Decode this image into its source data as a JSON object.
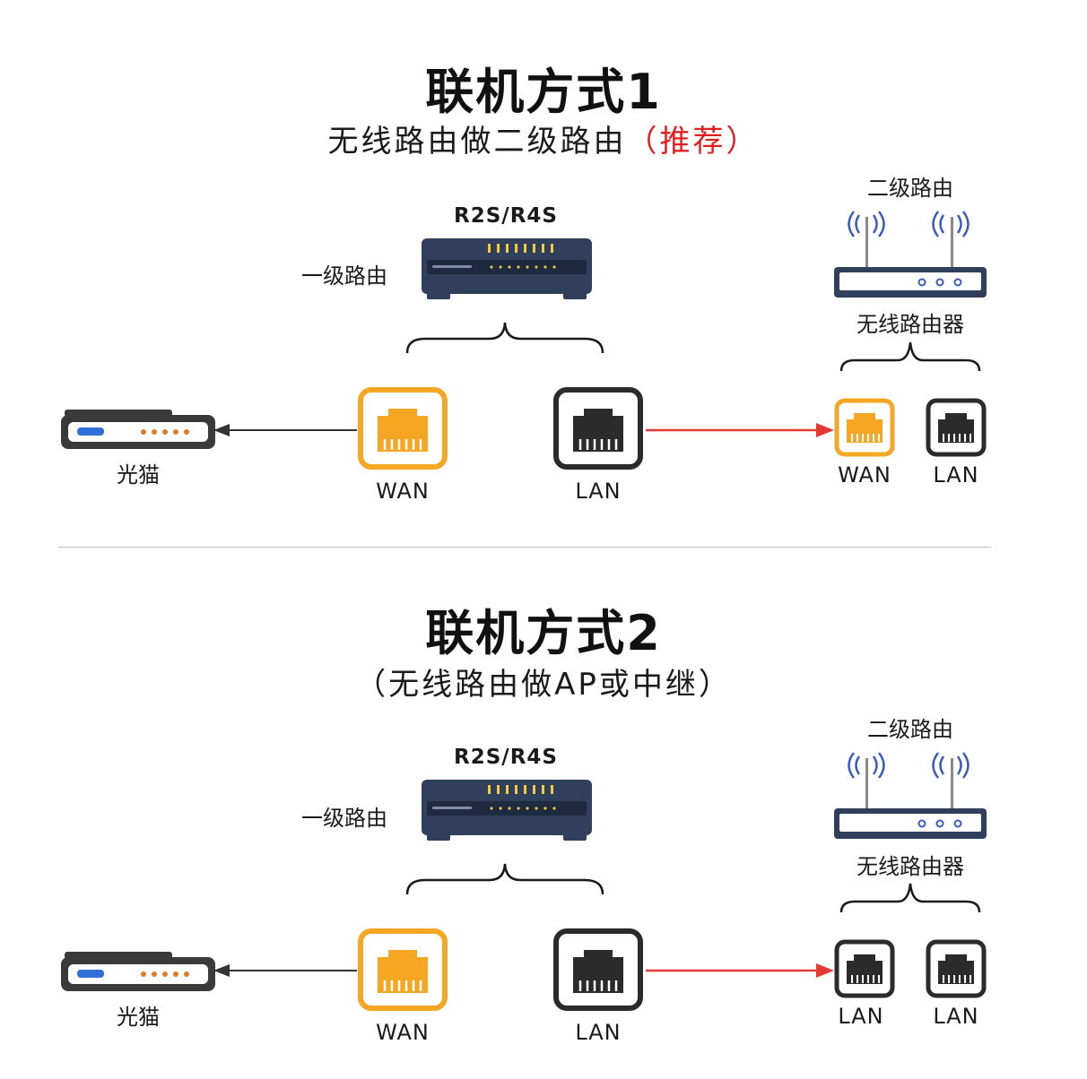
{
  "sections": [
    {
      "title": "联机方式1",
      "subtitle": "无线路由做二级路由",
      "subtitle_highlight": "（推荐）",
      "modem_label": "光猫",
      "primary_router_model": "R2S/R4S",
      "primary_router_label": "一级路由",
      "primary_ports": [
        {
          "label": "WAN",
          "color": "orange"
        },
        {
          "label": "LAN",
          "color": "black"
        }
      ],
      "secondary_router_heading": "二级路由",
      "secondary_router_label": "无线路由器",
      "secondary_ports": [
        {
          "label": "WAN",
          "color": "orange"
        },
        {
          "label": "LAN",
          "color": "black"
        }
      ]
    },
    {
      "title": "联机方式2",
      "subtitle": "（无线路由做AP或中继）",
      "subtitle_highlight": "",
      "modem_label": "光猫",
      "primary_router_model": "R2S/R4S",
      "primary_router_label": "一级路由",
      "primary_ports": [
        {
          "label": "WAN",
          "color": "orange"
        },
        {
          "label": "LAN",
          "color": "black"
        }
      ],
      "secondary_router_heading": "二级路由",
      "secondary_router_label": "无线路由器",
      "secondary_ports": [
        {
          "label": "LAN",
          "color": "black"
        },
        {
          "label": "LAN",
          "color": "black"
        }
      ]
    }
  ],
  "colors": {
    "orange": "#f5a623",
    "black": "#2b2b2b",
    "red_arrow": "#e53935",
    "black_arrow": "#333333",
    "router_body": "#2f3f5c",
    "highlight_red": "#e02020",
    "antenna_blue": "#3a5bbf"
  },
  "icons": [
    "ethernet-port-icon",
    "wifi-signal-icon",
    "modem-icon",
    "router-icon"
  ]
}
